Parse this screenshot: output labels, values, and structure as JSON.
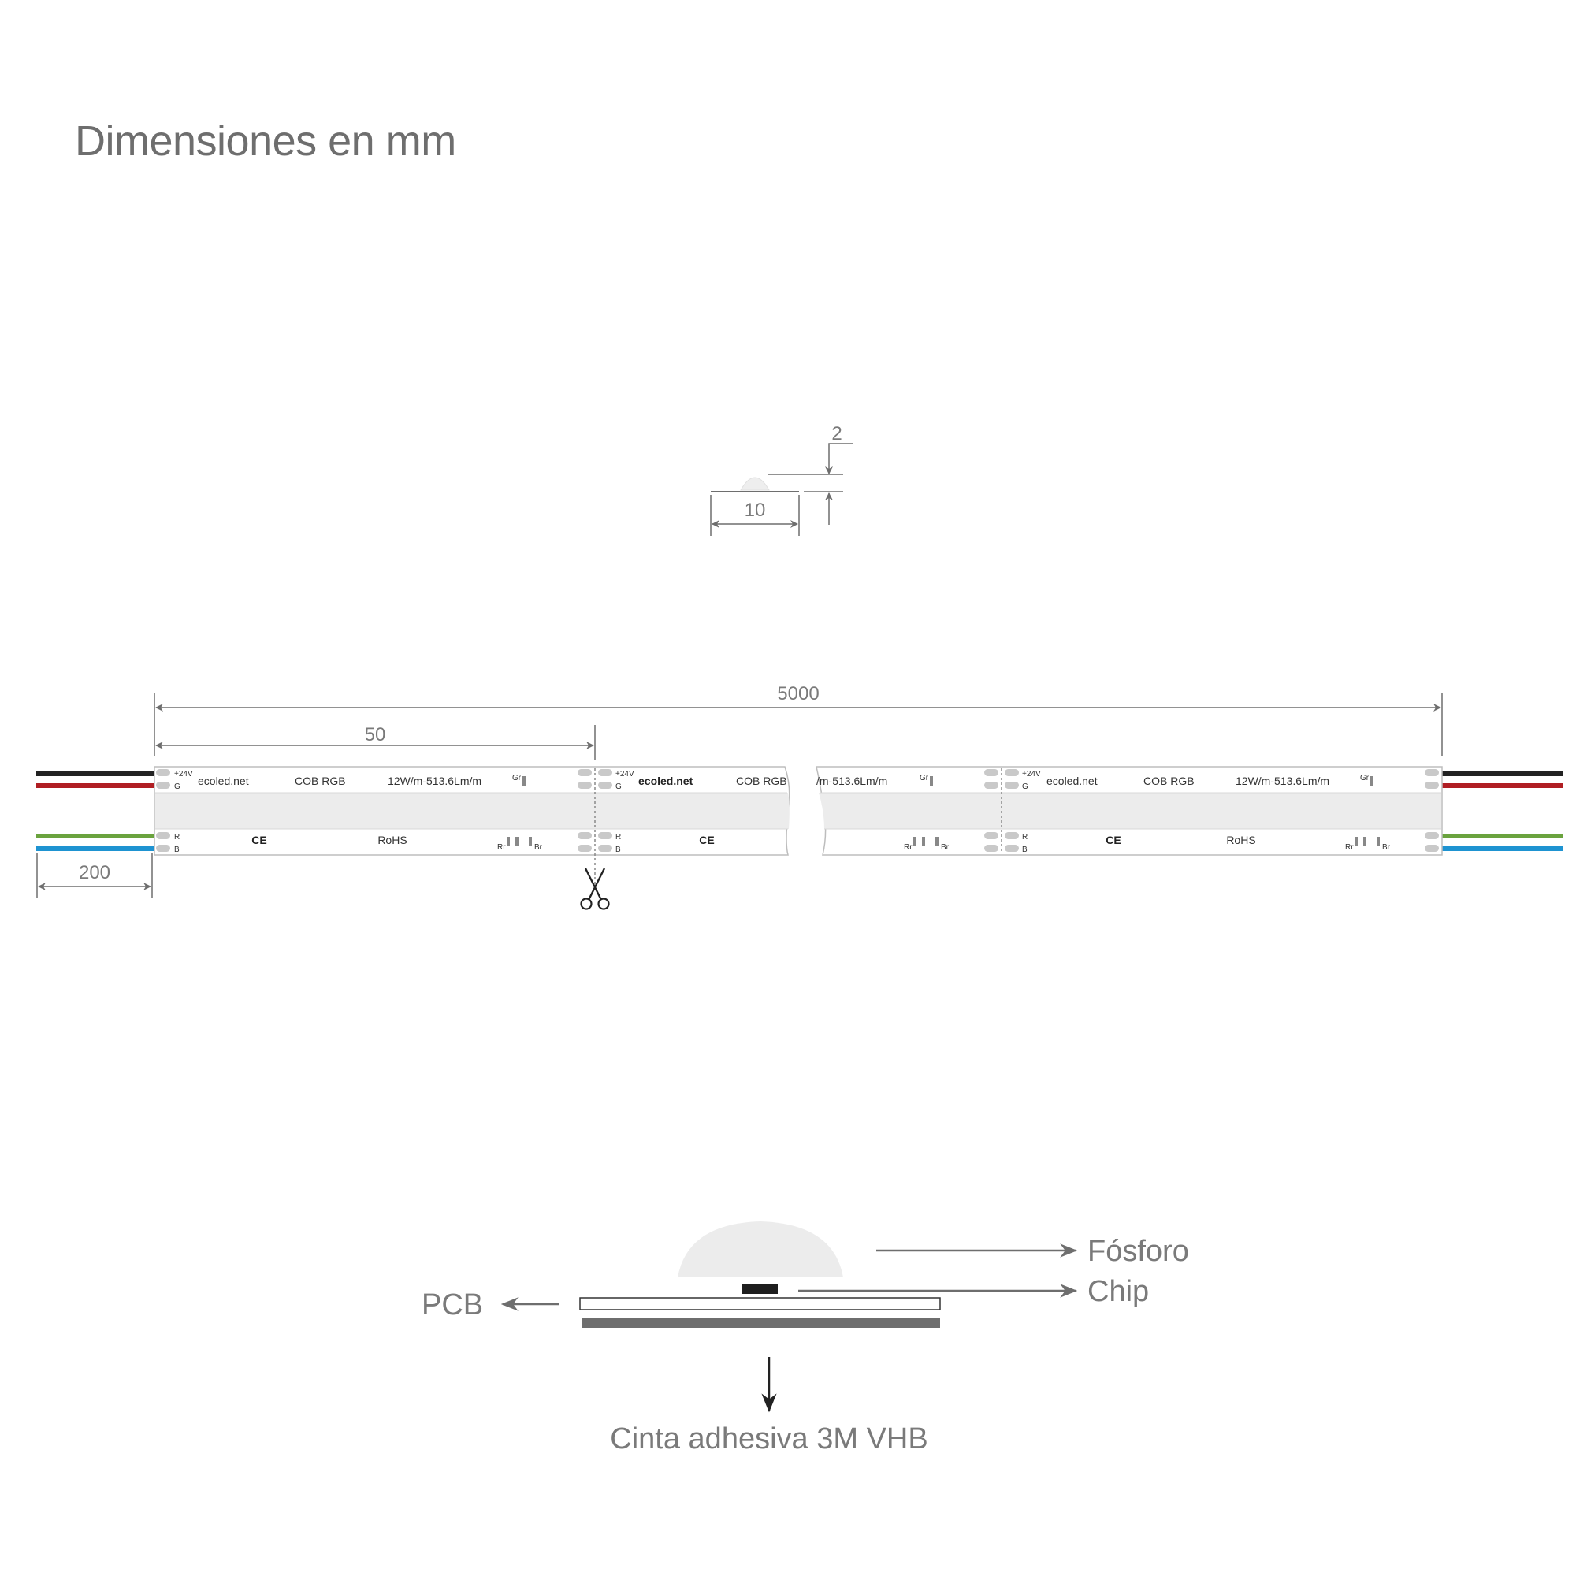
{
  "title": "Dimensiones en mm",
  "profile": {
    "height": "2",
    "width": "10"
  },
  "strip": {
    "total_length": "5000",
    "cut_interval": "50",
    "cable_length": "200",
    "print": {
      "plus24v": "+24V",
      "g": "G",
      "r": "R",
      "b": "B",
      "brand": "ecoled.net",
      "type": "COB RGB",
      "spec": "12W/m-513.6Lm/m",
      "spec_partial": "/m-513.6Lm/m",
      "gr": "Gr",
      "rr": "Rr",
      "br": "Br",
      "ce": "CE",
      "rohs": "RoHS"
    },
    "wire_colors": {
      "black": "#222222",
      "red": "#b01e23",
      "green": "#6aa33e",
      "blue": "#1e93d1"
    }
  },
  "cross_section": {
    "phosphor": "Fósforo",
    "chip": "Chip",
    "pcb": "PCB",
    "tape": "Cinta adhesiva 3M VHB"
  }
}
